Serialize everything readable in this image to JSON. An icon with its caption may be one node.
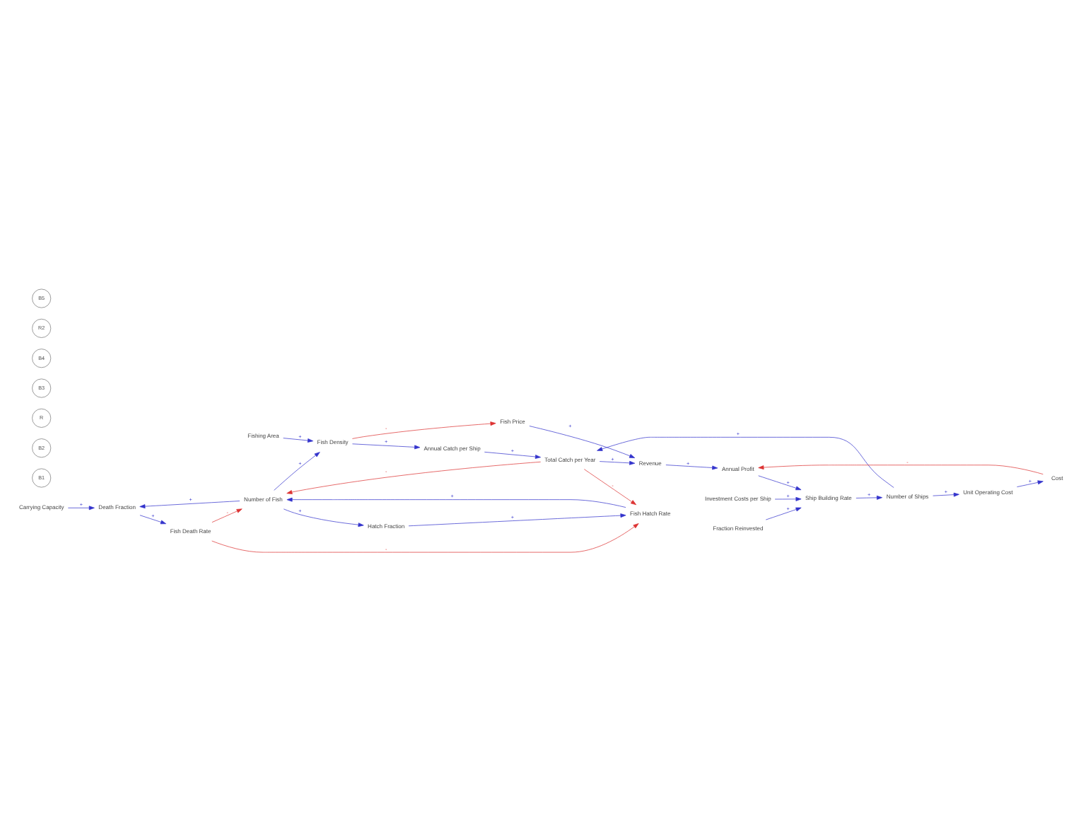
{
  "diagram": {
    "nodes": [
      {
        "text": [
          "Carrying Capacity"
        ]
      },
      {
        "text": [
          "Death Fraction"
        ]
      },
      {
        "text": [
          "Fish Death Rate"
        ]
      },
      {
        "text": [
          "Number of Fish"
        ]
      },
      {
        "text": [
          "Fish Hatch Rate"
        ]
      },
      {
        "text": [
          "Hatch Fraction"
        ]
      },
      {
        "text": [
          "Fishing Area"
        ]
      },
      {
        "text": [
          "Fish Density"
        ]
      },
      {
        "text": [
          "Annual Catch per Ship"
        ]
      },
      {
        "text": [
          "Total Catch per Year"
        ]
      },
      {
        "text": [
          "Number of Ships"
        ]
      },
      {
        "text": [
          "Revenue"
        ]
      },
      {
        "text": [
          "Fish Price"
        ]
      },
      {
        "text": [
          "Ship Building Rate"
        ]
      },
      {
        "text": [
          "Fraction Reinvested"
        ]
      },
      {
        "text": [
          "Investment Costs per Ship"
        ]
      },
      {
        "text": [
          "Annual Profit"
        ]
      },
      {
        "text": [
          "Unit Operating Cost"
        ]
      },
      {
        "text": [
          "Cost"
        ]
      }
    ],
    "edges": [
      {
        "from": 0,
        "to": 1,
        "arrow": "to",
        "label": "+"
      },
      {
        "from": 3,
        "to": 1,
        "arrow": "to",
        "label": "+"
      },
      {
        "from": 1,
        "to": 2,
        "arrow": "to",
        "label": "+"
      },
      {
        "from": 2,
        "to": 3,
        "arrow": "to",
        "label": "-",
        "color": "#dd3333"
      },
      {
        "from": 2,
        "to": 4,
        "arrow": "to",
        "label": "-",
        "color": "#dd3333"
      },
      {
        "from": 4,
        "to": 3,
        "arrow": "to",
        "label": "+"
      },
      {
        "from": 3,
        "to": 5,
        "arrow": "to",
        "label": "+"
      },
      {
        "from": 5,
        "to": 4,
        "arrow": "to",
        "label": "+"
      },
      {
        "from": 3,
        "to": 7,
        "arrow": "to",
        "label": "+"
      },
      {
        "from": 6,
        "to": 7,
        "arrow": "to",
        "label": "+"
      },
      {
        "from": 7,
        "to": 8,
        "arrow": "to",
        "label": "+"
      },
      {
        "from": 7,
        "to": 12,
        "arrow": "to",
        "label": "-",
        "color": "#dd3333"
      },
      {
        "from": 9,
        "to": 3,
        "arrow": "to",
        "label": "-",
        "color": "#dd3333"
      },
      {
        "from": 9,
        "to": 4,
        "arrow": "to",
        "label": "-",
        "color": "#dd3333"
      },
      {
        "from": 8,
        "to": 9,
        "arrow": "to",
        "label": "+"
      },
      {
        "from": 10,
        "to": 9,
        "arrow": "to",
        "label": "+"
      },
      {
        "from": 9,
        "to": 11,
        "arrow": "to",
        "label": "+"
      },
      {
        "from": 12,
        "to": 11,
        "arrow": "to",
        "label": "+"
      },
      {
        "from": 11,
        "to": 16,
        "arrow": "to",
        "label": "+"
      },
      {
        "from": 18,
        "to": 16,
        "arrow": "to",
        "label": "-",
        "color": "#dd3333"
      },
      {
        "from": 16,
        "to": 13,
        "arrow": "to",
        "label": "+"
      },
      {
        "from": 14,
        "to": 13,
        "arrow": "to",
        "label": "+"
      },
      {
        "from": 15,
        "to": 13,
        "arrow": "to",
        "label": "+"
      },
      {
        "from": 13,
        "to": 10,
        "arrow": "to",
        "label": "+"
      },
      {
        "from": 10,
        "to": 17,
        "arrow": "to",
        "label": "+"
      },
      {
        "from": 17,
        "to": 18,
        "arrow": "to",
        "label": "+"
      }
    ],
    "labels": [
      "B1",
      "B2",
      "R",
      "B3",
      "B4",
      "R2",
      "B5"
    ]
  }
}
